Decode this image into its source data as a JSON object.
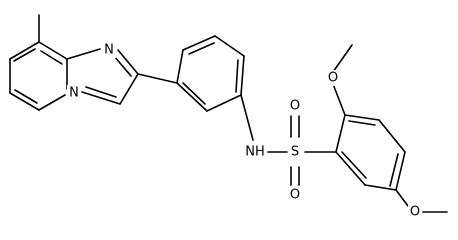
{
  "molecule": {
    "atoms": {
      "n_imidazole": "N",
      "n_bridgehead": "N",
      "nh": "NH",
      "s": "S",
      "o_sulfonyl_top": "O",
      "o_sulfonyl_bottom": "O",
      "o_methoxy_top": "O",
      "o_methoxy_bottom": "O"
    }
  }
}
